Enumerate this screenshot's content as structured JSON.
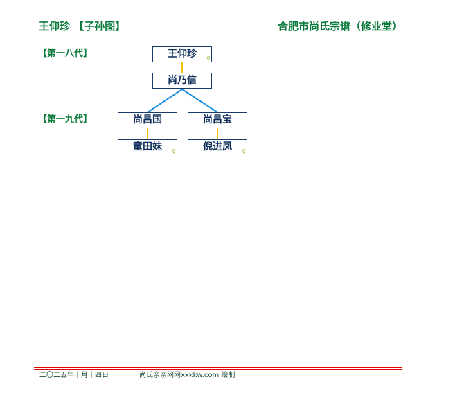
{
  "header": {
    "left": "王仰珍 【子孙图】",
    "right": "合肥市尚氏宗谱（修业堂）"
  },
  "generations": [
    "【第一八代】",
    "【第一九代】"
  ],
  "persons": {
    "p1": {
      "name": "王仰珍",
      "female": "♀"
    },
    "p2": {
      "name": "尚乃信"
    },
    "p3": {
      "name": "尚昌国"
    },
    "p4": {
      "name": "尚昌宝"
    },
    "p5": {
      "name": "童田妹",
      "female": "♀"
    },
    "p6": {
      "name": "倪进凤",
      "female": "♀"
    }
  },
  "footer": {
    "date": "二〇二五年十月十四日",
    "credit": "尚氏亲亲网网xxkkw.com 绘制"
  },
  "colors": {
    "header": "#0a7a3a",
    "rule": "#e00000",
    "spouse_line": "#f2c200",
    "child_line": "#1a8ee0",
    "box_border": "#1a3a6a"
  }
}
